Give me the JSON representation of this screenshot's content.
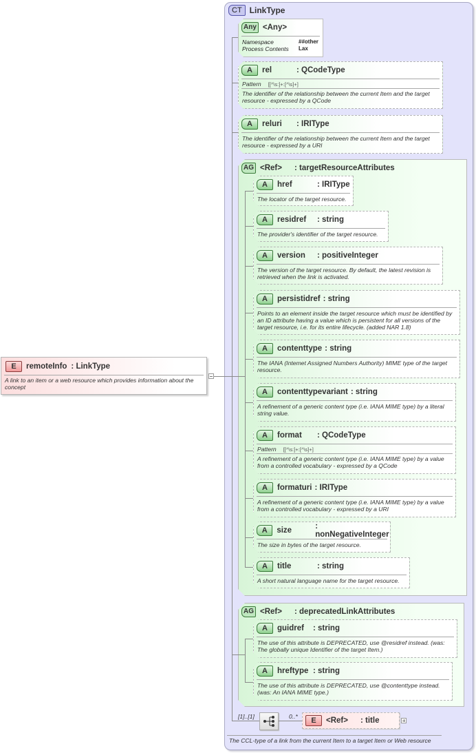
{
  "complex_type": {
    "badge": "CT",
    "title": "LinkType",
    "footer": "The CCL-type of a link from the current Item to a target Item or Web resource"
  },
  "any": {
    "badge": "Any",
    "title": "<Any>",
    "props": [
      {
        "key": "Namespace",
        "value": "##other"
      },
      {
        "key": "Process Contents",
        "value": "Lax"
      }
    ]
  },
  "attributes": {
    "rel": {
      "badge": "A",
      "name": "rel",
      "type": ": QCodeType",
      "pattern_label": "Pattern",
      "pattern": "[[^\\s:]+:[^\\s]+]",
      "desc": "The identifier of the relationship between the current Item and the target resource - expressed by a QCode"
    },
    "reluri": {
      "badge": "A",
      "name": "reluri",
      "type": ": IRIType",
      "desc": "The identifier of the relationship between the current Item and the target resource - expressed by a URI"
    }
  },
  "group1": {
    "badge": "AG",
    "ref": "<Ref>",
    "type": ": targetResourceAttributes",
    "items": [
      {
        "badge": "A",
        "name": "href",
        "type": ": IRIType",
        "desc": "The locator of the target resource."
      },
      {
        "badge": "A",
        "name": "residref",
        "type": ": string",
        "desc": "The  provider's identifier of the target resource."
      },
      {
        "badge": "A",
        "name": "version",
        "type": ": positiveInteger",
        "desc": "The version of the target resource. By default, the latest revision is retrieved when the link is activated."
      },
      {
        "badge": "A",
        "name": "persistidref",
        "type": ": string",
        "desc": "Points to an element inside the target resource which must be identified by an ID attribute having a value which is persistent for all versions of the target resource, i.e. for its entire lifecycle. (added NAR 1.8)"
      },
      {
        "badge": "A",
        "name": "contenttype",
        "type": ": string",
        "desc": "The IANA (Intemet Assigned Numbers Authority) MIME type of the target resource."
      },
      {
        "badge": "A",
        "name": "contenttypevariant",
        "type": ": string",
        "desc": "A refinement of a generic content type (i.e. IANA MIME type) by a literal string value."
      },
      {
        "badge": "A",
        "name": "format",
        "type": ": QCodeType",
        "pattern_label": "Pattern",
        "pattern": "[[^\\s:]+:[^\\s]+]",
        "desc": "A refinement of a generic content type (i.e. IANA MIME type) by a value from a controlled vocabulary - expressed by a QCode"
      },
      {
        "badge": "A",
        "name": "formaturi",
        "type": ": IRIType",
        "desc": "A refinement of a generic content type (i.e. IANA MIME type) by a value from a controlled vocabulary - expressed by a URI"
      },
      {
        "badge": "A",
        "name": "size",
        "type": ": nonNegativeInteger",
        "desc": "The size in bytes of the target resource."
      },
      {
        "badge": "A",
        "name": "title",
        "type": ": string",
        "desc": "A short natural language name for the target resource."
      }
    ]
  },
  "group2": {
    "badge": "AG",
    "ref": "<Ref>",
    "type": ": deprecatedLinkAttributes",
    "items": [
      {
        "badge": "A",
        "name": "guidref",
        "type": ": string",
        "desc": "The use of this attribute is DEPRECATED, use @residref instead. (was: The globally unique Identifier of the target Item.)"
      },
      {
        "badge": "A",
        "name": "hreftype",
        "type": ": string",
        "desc": "The use of this attribute is DEPRECATED, use @contenttype instead. (was: An IANA MIME type.)"
      }
    ]
  },
  "sequence": {
    "cardinality": "[1]..[1]",
    "child_cardinality": "0..*",
    "child": {
      "badge": "E",
      "ref": "<Ref>",
      "type": ": title"
    }
  },
  "element": {
    "badge": "E",
    "name": "remoteInfo",
    "type": ": LinkType",
    "desc": "A link to an item or a web resource which provides information about the concept"
  }
}
